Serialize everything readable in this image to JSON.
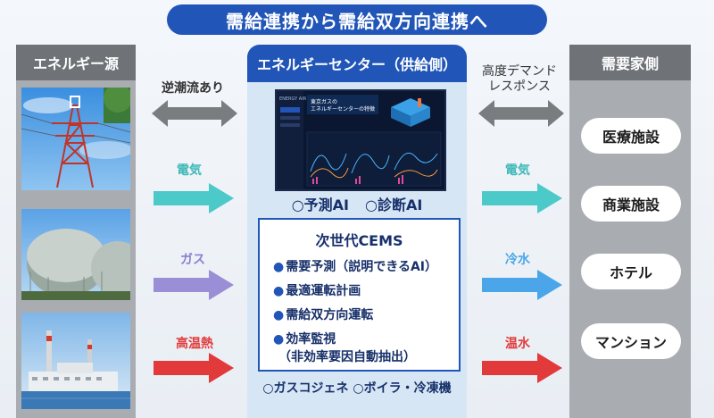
{
  "title": "需給連携から需給双方向連携へ",
  "left": {
    "header": "エネルギー源",
    "photos": [
      "transmission-tower-photo",
      "gas-tanks-photo",
      "power-plant-photo"
    ]
  },
  "left_flows": {
    "reverse_flow": "逆潮流あり",
    "electricity": "電気",
    "gas": "ガス",
    "high_heat": "高温熱"
  },
  "center": {
    "header": "エネルギーセンター（供給側）",
    "screen": {
      "logo": "ENERGY AIR",
      "title_line1": "東京ガスの",
      "title_line2": "エネルギーセンターの特徴"
    },
    "ai_items": [
      "○予測AI",
      "○診断AI"
    ],
    "cems": {
      "title": "次世代CEMS",
      "items": [
        "需要予測（説明できるAI）",
        "最適運転計画",
        "需給双方向運転",
        "効率監視",
        "（非効率要因自動抽出）"
      ]
    },
    "bottom": "○ガスコジェネ ○ボイラ・冷凍機"
  },
  "right_flows": {
    "demand_response_line1": "高度デマンド",
    "demand_response_line2": "レスポンス",
    "electricity": "電気",
    "chilled_water": "冷水",
    "hot_water": "温水"
  },
  "right": {
    "header": "需要家側",
    "facilities": [
      "医療施設",
      "商業施設",
      "ホテル",
      "マンション"
    ]
  },
  "colors": {
    "brand_blue": "#2156b8",
    "teal": "#4cc9c9",
    "purple": "#9a8ed6",
    "red": "#e23a3a",
    "sky": "#4aa6e8",
    "gray_arrow": "#7a7d80"
  }
}
